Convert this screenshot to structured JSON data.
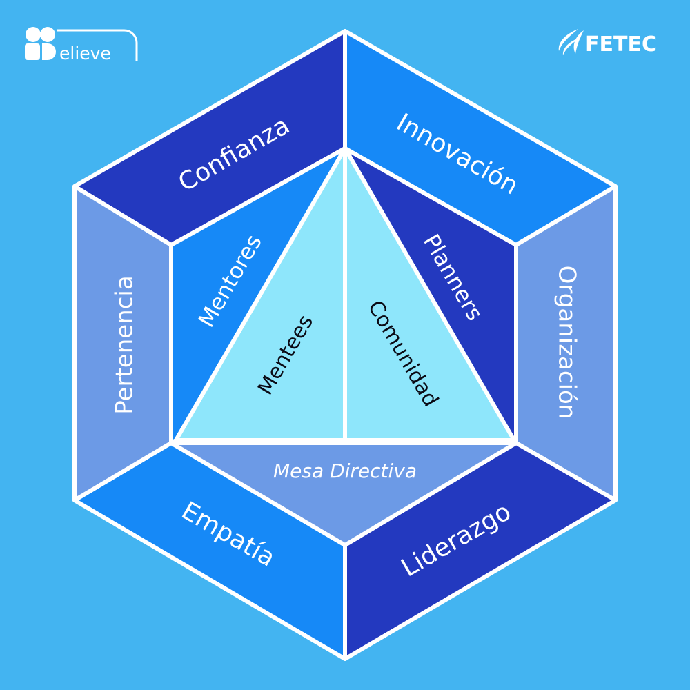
{
  "brand": {
    "left_logo": "Believe",
    "left_logo_text": "elieve",
    "right_logo": "FETEC"
  },
  "colors": {
    "background": "#43b4f1",
    "outline": "#ffffff",
    "navy": "#2339bf",
    "blue": "#1689f7",
    "periwinkle": "#6c9ae6",
    "cyan": "#8ee6fb",
    "dark_text": "#0a0a14",
    "light_text": "#ffffff"
  },
  "diagram": {
    "outer": {
      "confianza": "Confianza",
      "innovacion": "Innovación",
      "organizacion": "Organización",
      "liderazgo": "Liderazgo",
      "empatia": "Empatía",
      "pertenencia": "Pertenencia"
    },
    "middle": {
      "mentores": "Mentores",
      "planners": "Planners",
      "mesa_directiva": "Mesa Directiva"
    },
    "inner": {
      "mentees": "Mentees",
      "comunidad": "Comunidad"
    }
  }
}
